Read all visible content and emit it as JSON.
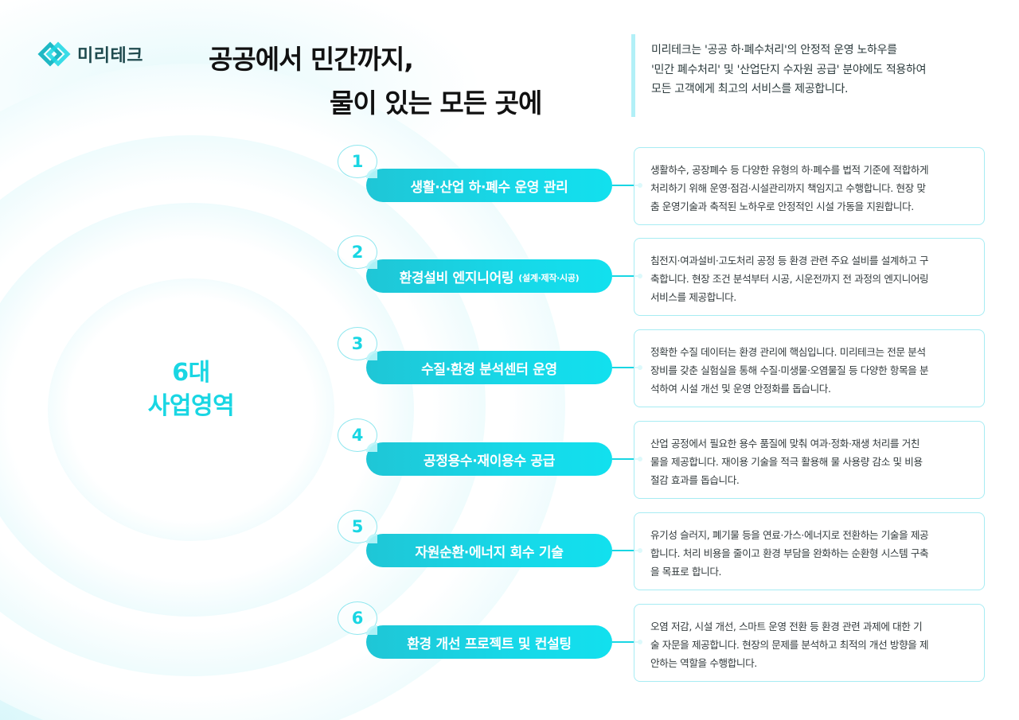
{
  "brand": {
    "logo_icon": "diamond-logo-icon",
    "name": "미리테크",
    "accent_color": "#19d6e3",
    "dark_color": "#1f4a4e"
  },
  "title": {
    "line1": "공공에서 민간까지,",
    "line2": "물이 있는 모든 곳에"
  },
  "intro": {
    "lines": [
      "미리테크는 '공공 하·폐수처리'의 안정적 운영 노하우를",
      "'민간 폐수처리' 및 '산업단지 수자원 공급' 분야에도 적용하여",
      "모든 고객에게 최고의 서비스를 제공합니다."
    ]
  },
  "center": {
    "line1": "6대",
    "line2": "사업영역"
  },
  "items": [
    {
      "number": "1",
      "label": "생활·산업 하·폐수 운영 관리",
      "sub": "",
      "desc": [
        "생활하수, 공장폐수 등 다양한 유형의 하·폐수를 법적 기준에 적합하게",
        "처리하기 위해 운영·점검·시설관리까지 책임지고 수행합니다. 현장 맞",
        "춤 운영기술과 축적된 노하우로 안정적인 시설 가동을 지원합니다."
      ]
    },
    {
      "number": "2",
      "label": "환경설비 엔지니어링",
      "sub": "(설계·제작·시공)",
      "desc": [
        "침전지·여과설비·고도처리 공정 등 환경 관련 주요 설비를 설계하고 구",
        "축합니다. 현장 조건 분석부터 시공, 시운전까지 전 과정의 엔지니어링",
        "서비스를 제공합니다."
      ]
    },
    {
      "number": "3",
      "label": "수질·환경 분석센터 운영",
      "sub": "",
      "desc": [
        "정확한 수질 데이터는 환경 관리에 핵심입니다. 미리테크는 전문 분석",
        "장비를 갖춘 실험실을 통해 수질·미생물·오염물질 등 다양한 항목을 분",
        "석하여 시설 개선 및 운영 안정화를 돕습니다."
      ]
    },
    {
      "number": "4",
      "label": "공정용수·재이용수 공급",
      "sub": "",
      "desc": [
        "산업 공정에서 필요한 용수 품질에 맞춰 여과·정화·재생 처리를 거친",
        "물을 제공합니다. 재이용 기술을 적극 활용해 물 사용량 감소 및 비용",
        "절감 효과를 돕습니다."
      ]
    },
    {
      "number": "5",
      "label": "자원순환·에너지 회수 기술",
      "sub": "",
      "desc": [
        "유기성 슬러지, 폐기물 등을 연료·가스·에너지로 전환하는 기술을 제공",
        "합니다. 처리 비용을 줄이고 환경 부담을 완화하는 순환형 시스템 구축",
        "을 목표로 합니다."
      ]
    },
    {
      "number": "6",
      "label": "환경 개선 프로젝트 및 컨설팅",
      "sub": "",
      "desc": [
        "오염 저감, 시설 개선, 스마트 운영 전환 등 환경 관련 과제에 대한 기",
        "술 자문을 제공합니다. 현장의 문제를 분석하고 최적의 개선 방향을 제",
        "안하는 역할을 수행합니다."
      ]
    }
  ]
}
